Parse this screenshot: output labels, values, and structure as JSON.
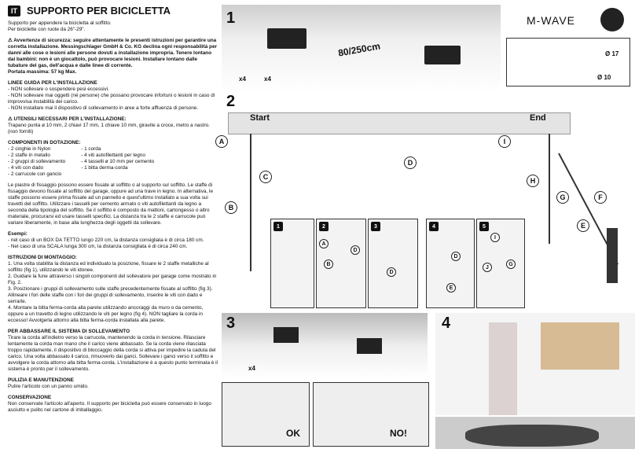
{
  "header": {
    "lang": "IT",
    "title": "SUPPORTO PER BICICLETTA"
  },
  "intro": [
    "Supporto per appendere la bicicletta al soffitto.",
    "Per biciclette con ruote da 26\"-29\"."
  ],
  "warning": "Avvertenze di sicurezza: seguire attentamente le presenti istruzioni per garantire una corretta installazione. Messingschlager GmbH & Co. KG declina ogni responsabilità per danni alle cose o lesioni alle persone dovuti a installazione impropria. Tenere lontano dai bambini: non è un giocattolo, può provocare lesioni. Installare lontano dalle tubature del gas, dell'acqua e dalle linee di corrente.",
  "max_load": "Portata massima: 57 kg Max.",
  "guide": {
    "title": "LINEE GUIDA PER L'INSTALLAZIONE",
    "items": [
      "- NON sollevare o sospendere pesi eccessivi.",
      "- NON sollevare mai oggetti (né persone) che possano provocare infortuni o lesioni in caso di improvvisa instabilità del carico.",
      "- NON installare mai il dispositivo di sollevamento in aree a forte affluenza di persone."
    ]
  },
  "tools": {
    "title": "UTENSILI NECESSARI PER L'INSTALLAZIONE:",
    "text": "Trapano punta ø 10 mm, 2 chiavi 17 mm, 1 chiave 10 mm, giravite a croce, metro a nastro. (non forniti)"
  },
  "components": {
    "title": "COMPONENTI IN DOTAZIONE:",
    "col1": [
      "- 2 cinghie in Nylon",
      "- 2 staffe in metallo",
      "- 2 gruppi di sollevamento",
      "- 4 viti con dado",
      "- 2 carrucole con gancio"
    ],
    "col2": [
      "- 1 corda",
      "- 4 viti autofilettanti per legno",
      "- 4 tasselli ø 10 mm per cemento",
      "- 1 bitta derma-corda"
    ]
  },
  "body_text": "Le piastre di fissaggio possono essere fissate al soffitto o al supporto sul soffitto. Le staffe di fissaggio devono fissate al soffitto del garage, oppure ad una trave in legno. In alternativa, le staffe possono essere prima fissate ad un pannello e quest'ultimo installato a sua volta sui travetti del soffitto. Utilizzare i tasselli per cemento armato o viti autofilettanti da legno a seconda della tipologia del soffitto. Se il soffitto è composto da mattoni, cartongesso o altro materiale, procurarsi ed usare tasselli specifici. La distanza tra le 2 staffe e carrucole può variare liberamente, in base alla lunghezza degli oggetti da sollevare.",
  "examples": {
    "title": "Esempi:",
    "items": [
      "- nel caso di un BOX DA TETTO lungo 220 cm, la distanza consigliata è di circa 180 cm.",
      "- Nel caso di una SCALA lunga 300 cm, la distanza consigliata è di circa 240 cm."
    ]
  },
  "assembly": {
    "title": "ISTRUZIONI DI MONTAGGIO:",
    "items": [
      "1. Una volta stabilita la distanza ed individuato la posizione, fissare le 2 staffe metalliche al soffitto (fig 1), utilizzando le viti idonee.",
      "2. Guidare la fune attraverso i singoli componenti del sollevatore per garage come mostrato in Fig. 2.",
      "3. Posizionare i gruppi di sollevamento sulle staffe precedentemente fissate al soffitto (fig 3). Allineare i fori delle staffe con i fori dei gruppi di sollevamento, inserire le viti con dado e serrarle.",
      "4. Montare la bitta ferma-corda alla parete utilizzando ancoraggi da muro o da cemento, oppure a un travetto di legno utilizzando le viti per legno (fig 4). NON tagliare la corda in eccesso! Avvolgerla attorno alla bitta ferma-corda installata alla parete."
    ]
  },
  "lower": {
    "title": "PER ABBASSARE IL SISTEMA DI SOLLEVAMENTO",
    "text": "Tirare la corda all'indietro verso la carrucola, mantenendo la corda in tensione. Rilasciare lentamente la corda man mano che il carico viene abbassato. Se la corda viene rilasciata troppo rapidamente, il dispositivo di bloccaggio della corda si attiva per impedire la caduta del carico. Una volta abbassato il carico, rimuoverlo dai ganci. Sollevare i ganci verso il soffitto e avvolgere la corda attorno alla bitta ferma-corda. L'installazione è a questo punto terminata è il sistema è pronto per il sollevamento."
  },
  "care": {
    "title": "PULIZIA E MANUTENZIONE",
    "text": "Pulire l'articolo con un panno umido."
  },
  "storage": {
    "title": "CONSERVAZIONE",
    "text": "Non conservate l'articolo all'aperto. Il supporto per bicicletta può essere conservato in luogo asciutto e pulito nel cartone di imballaggio."
  },
  "fig": {
    "s1": "1",
    "s2": "2",
    "s3": "3",
    "s4": "4",
    "distance": "80/250cm",
    "x4a": "x4",
    "x4b": "x4",
    "x4c": "x4",
    "brand": "M-WAVE",
    "d17": "Ø 17",
    "d10": "Ø 10",
    "start": "Start",
    "end": "End",
    "ok": "OK",
    "no": "NO!",
    "A": "A",
    "B": "B",
    "C": "C",
    "D": "D",
    "E": "E",
    "F": "F",
    "G": "G",
    "H": "H",
    "I": "I",
    "J": "J",
    "n1": "1",
    "n2": "2",
    "n3": "3",
    "n4": "4",
    "n5": "5"
  }
}
